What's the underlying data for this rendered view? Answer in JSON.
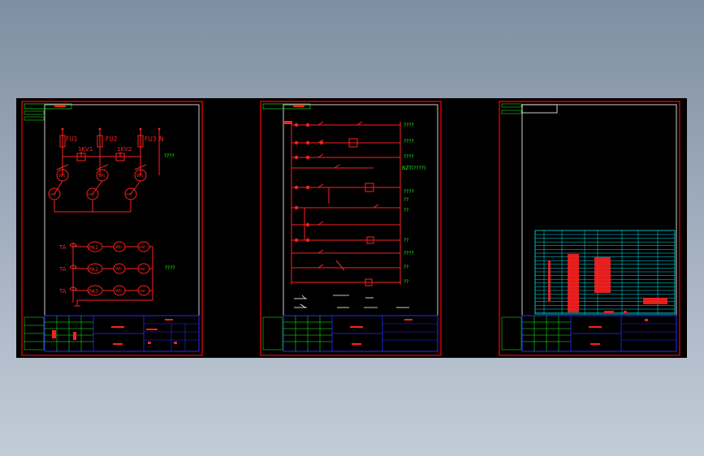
{
  "colors": {
    "background": "#98a6b8",
    "canvas": "#000000",
    "sheet_border": "#ff0000",
    "inner_border": "#ffffff",
    "symbol": "#ff2020",
    "annotation": "#19ff19",
    "title_block": "#2a2aff",
    "table_grid": "#00e5ee",
    "label_white": "#ffffff"
  },
  "sheet1": {
    "fuses": [
      "FU1",
      "FU2",
      "FU3"
    ],
    "neutral": "N",
    "voltage_relays": [
      "1KV1",
      "1KV2"
    ],
    "wh_meter": "Wh",
    "var_meter": "var",
    "note_top": "????",
    "ct_labels": [
      "TA",
      "TA",
      "TA"
    ],
    "ammeters": [
      "PA1",
      "PA2",
      "PA3"
    ],
    "note_bottom": "????"
  },
  "sheet2": {
    "notes": [
      "????",
      "????",
      "????",
      "BZT(????)",
      "????",
      "??",
      "??",
      "??",
      "????",
      "??",
      "??"
    ]
  }
}
